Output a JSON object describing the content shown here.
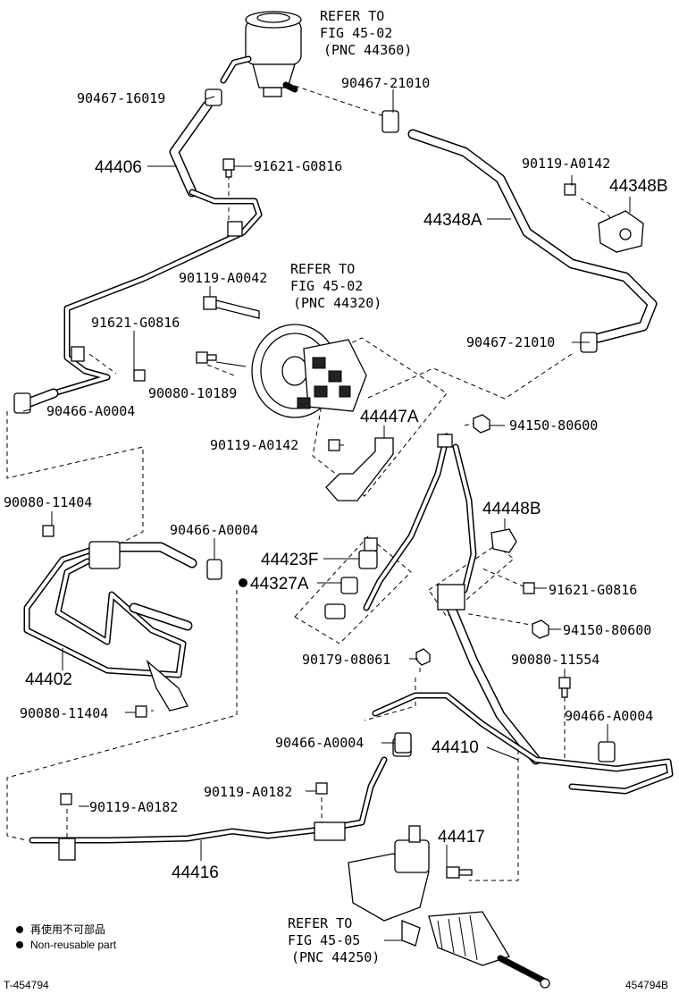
{
  "refs": {
    "reservoir": [
      "REFER TO",
      "FIG 45-02",
      "(PNC 44360)"
    ],
    "pump": [
      "REFER TO",
      "FIG 45-02",
      "(PNC 44320)"
    ],
    "gear": [
      "REFER TO",
      "FIG 45-05",
      "(PNC 44250)"
    ]
  },
  "labels": {
    "p90467_16019": "90467-16019",
    "p90467_21010_top": "90467-21010",
    "p44406": "44406",
    "p91621_G0816_top": "91621-G0816",
    "p90119_A0142_top": "90119-A0142",
    "p44348B": "44348B",
    "p44348A": "44348A",
    "p90119_A0042": "90119-A0042",
    "p91621_G0816_left": "91621-G0816",
    "p90467_21010_mid": "90467-21010",
    "p90080_10189": "90080-10189",
    "p90466_A0004_left": "90466-A0004",
    "p44447A": "44447A",
    "p94150_80600_top": "94150-80600",
    "p90119_A0142_mid": "90119-A0142",
    "p90080_11404_top": "90080-11404",
    "p44448B": "44448B",
    "p90466_A0004_mid": "90466-A0004",
    "p44423F": "44423F",
    "p44327A": "44327A",
    "p91621_G0816_right": "91621-G0816",
    "p94150_80600_right": "94150-80600",
    "p44402": "44402",
    "p90179_08061": "90179-08061",
    "p90080_11554": "90080-11554",
    "p90080_11404_bottom": "90080-11404",
    "p90466_A0004_right": "90466-A0004",
    "p90466_A0004_lower": "90466-A0004",
    "p44410": "44410",
    "p90119_A0182_mid": "90119-A0182",
    "p90119_A0182_left": "90119-A0182",
    "p44417": "44417",
    "p44416": "44416"
  },
  "legend": {
    "jp": "再使用不可部品",
    "en": "Non-reusable part"
  },
  "footer": {
    "left": "T-454794",
    "right": "454794B"
  }
}
